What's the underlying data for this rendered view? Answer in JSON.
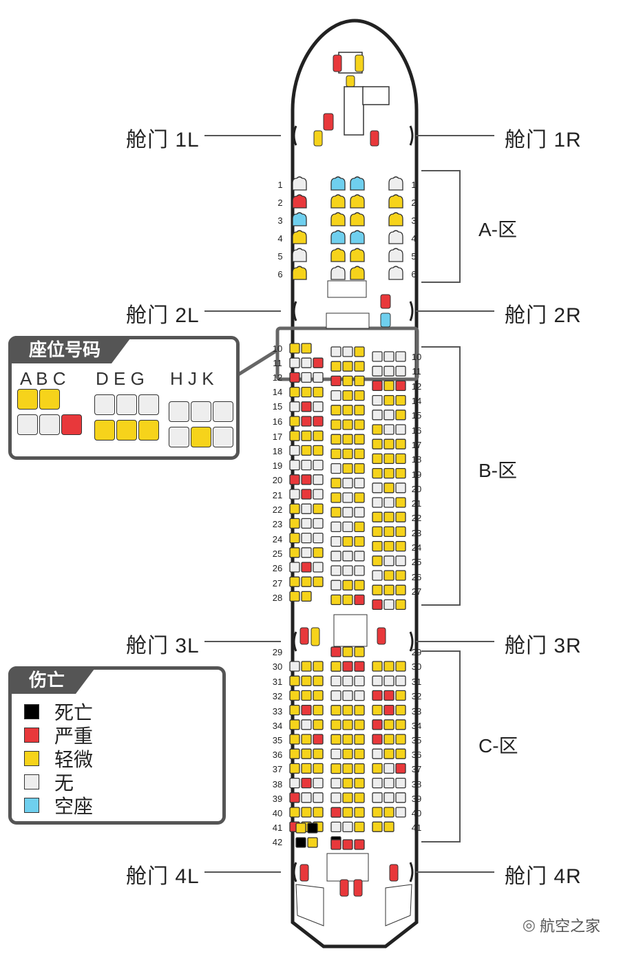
{
  "doors": {
    "d1l": "舱门 1L",
    "d1r": "舱门 1R",
    "d2l": "舱门 2L",
    "d2r": "舱门 2R",
    "d3l": "舱门 3L",
    "d3r": "舱门 3R",
    "d4l": "舱门 4L",
    "d4r": "舱门 4R"
  },
  "zones": {
    "a": "A-区",
    "b": "B-区",
    "c": "C-区"
  },
  "seat_key": {
    "title": "座位号码",
    "letters_left": "A B C",
    "letters_mid": "D E G",
    "letters_right": "H J K"
  },
  "legend": {
    "title": "伤亡",
    "items": [
      {
        "label": "死亡",
        "color": "#000000"
      },
      {
        "label": "严重",
        "color": "#e8383b"
      },
      {
        "label": "轻微",
        "color": "#f6d31b"
      },
      {
        "label": "无",
        "color": "#eeeeee"
      },
      {
        "label": "空座",
        "color": "#6fcfee"
      }
    ]
  },
  "colors": {
    "K": "#000000",
    "R": "#e8383b",
    "Y": "#f6d31b",
    "W": "#eeeeee",
    "B": "#6fcfee"
  },
  "front_rows": {
    "numbers": [
      "1",
      "2",
      "3",
      "4",
      "5",
      "6"
    ],
    "left": [
      "W",
      "R",
      "B",
      "Y",
      "W",
      "Y"
    ],
    "center": [
      [
        "B",
        "B"
      ],
      [
        "Y",
        "Y"
      ],
      [
        "Y",
        "Y"
      ],
      [
        "B",
        "B"
      ],
      [
        "Y",
        "Y"
      ],
      [
        "W",
        "Y"
      ]
    ],
    "right": [
      "W",
      "Y",
      "Y",
      "W",
      "W",
      "W"
    ]
  },
  "left_row_numbers": [
    "10",
    "11",
    "12",
    "14",
    "15",
    "16",
    "17",
    "18",
    "19",
    "20",
    "21",
    "22",
    "23",
    "24",
    "25",
    "26",
    "27",
    "28",
    "29",
    "30",
    "31",
    "32",
    "33",
    "34",
    "35",
    "36",
    "37",
    "38",
    "39",
    "40",
    "41",
    "42"
  ],
  "right_row_numbers": [
    "10",
    "11",
    "12",
    "14",
    "15",
    "16",
    "17",
    "18",
    "19",
    "20",
    "21",
    "22",
    "23",
    "24",
    "25",
    "26",
    "27",
    "29",
    "30",
    "31",
    "32",
    "33",
    "34",
    "35",
    "36",
    "37",
    "38",
    "39",
    "40",
    "41"
  ],
  "cabin_b": {
    "left": [
      "YY-",
      "WWR",
      "RWW",
      "YYY",
      "WRW",
      "YRR",
      "YYY",
      "WYY",
      "WWW",
      "RRW",
      "WRW",
      "YWY",
      "YWW",
      "YWW",
      "YWY",
      "WRW",
      "YYY",
      "YY-"
    ],
    "mid": [
      "WWY",
      "YYY",
      "RYY",
      "WYY",
      "YYY",
      "YYY",
      "YYY",
      "YYY",
      "WYY",
      "YWW",
      "YWY",
      "YWW",
      "WWY",
      "WYY",
      "WWW",
      "WWW",
      "WYY",
      "YYR"
    ],
    "right": [
      "WWW",
      "WWW",
      "RYR",
      "WYY",
      "WWY",
      "YWW",
      "YYY",
      "YYY",
      "YYY",
      "WYW",
      "WWY",
      "YYY",
      "YYY",
      "YYY",
      "YWW",
      "WYY",
      "YYY",
      "RWY"
    ]
  },
  "cabin_c": {
    "left": [
      "WYY",
      "YYY",
      "YYY",
      "YRY",
      "YWY",
      "YYR",
      "YYY",
      "YYY",
      "WRW",
      "RWW",
      "YYY",
      "RYY"
    ],
    "mid": [
      "RYY",
      "YRR",
      "WWW",
      "WWW",
      "YYY",
      "YYY",
      "YYY",
      "WYY",
      "YYY",
      "WYY",
      "WYY",
      "RYY",
      "WWY",
      "K"
    ],
    "right": [
      "YYY",
      "WWW",
      "RRY",
      "YRY",
      "RYY",
      "RYY",
      "WYY",
      "YWR",
      "WWW",
      "WWW",
      "YYW",
      "YY"
    ]
  },
  "cabin_c_tail": {
    "left_41": "YK",
    "left_42": "KY",
    "mid_last": "RRR"
  },
  "key_seats": {
    "left": [
      "Y",
      "Y",
      "",
      "W",
      "W",
      "R"
    ],
    "mid": [
      "W",
      "W",
      "W",
      "Y",
      "Y",
      "Y"
    ],
    "right": [
      "W",
      "W",
      "W",
      "W",
      "Y",
      "W"
    ]
  },
  "watermark": "航空之家"
}
